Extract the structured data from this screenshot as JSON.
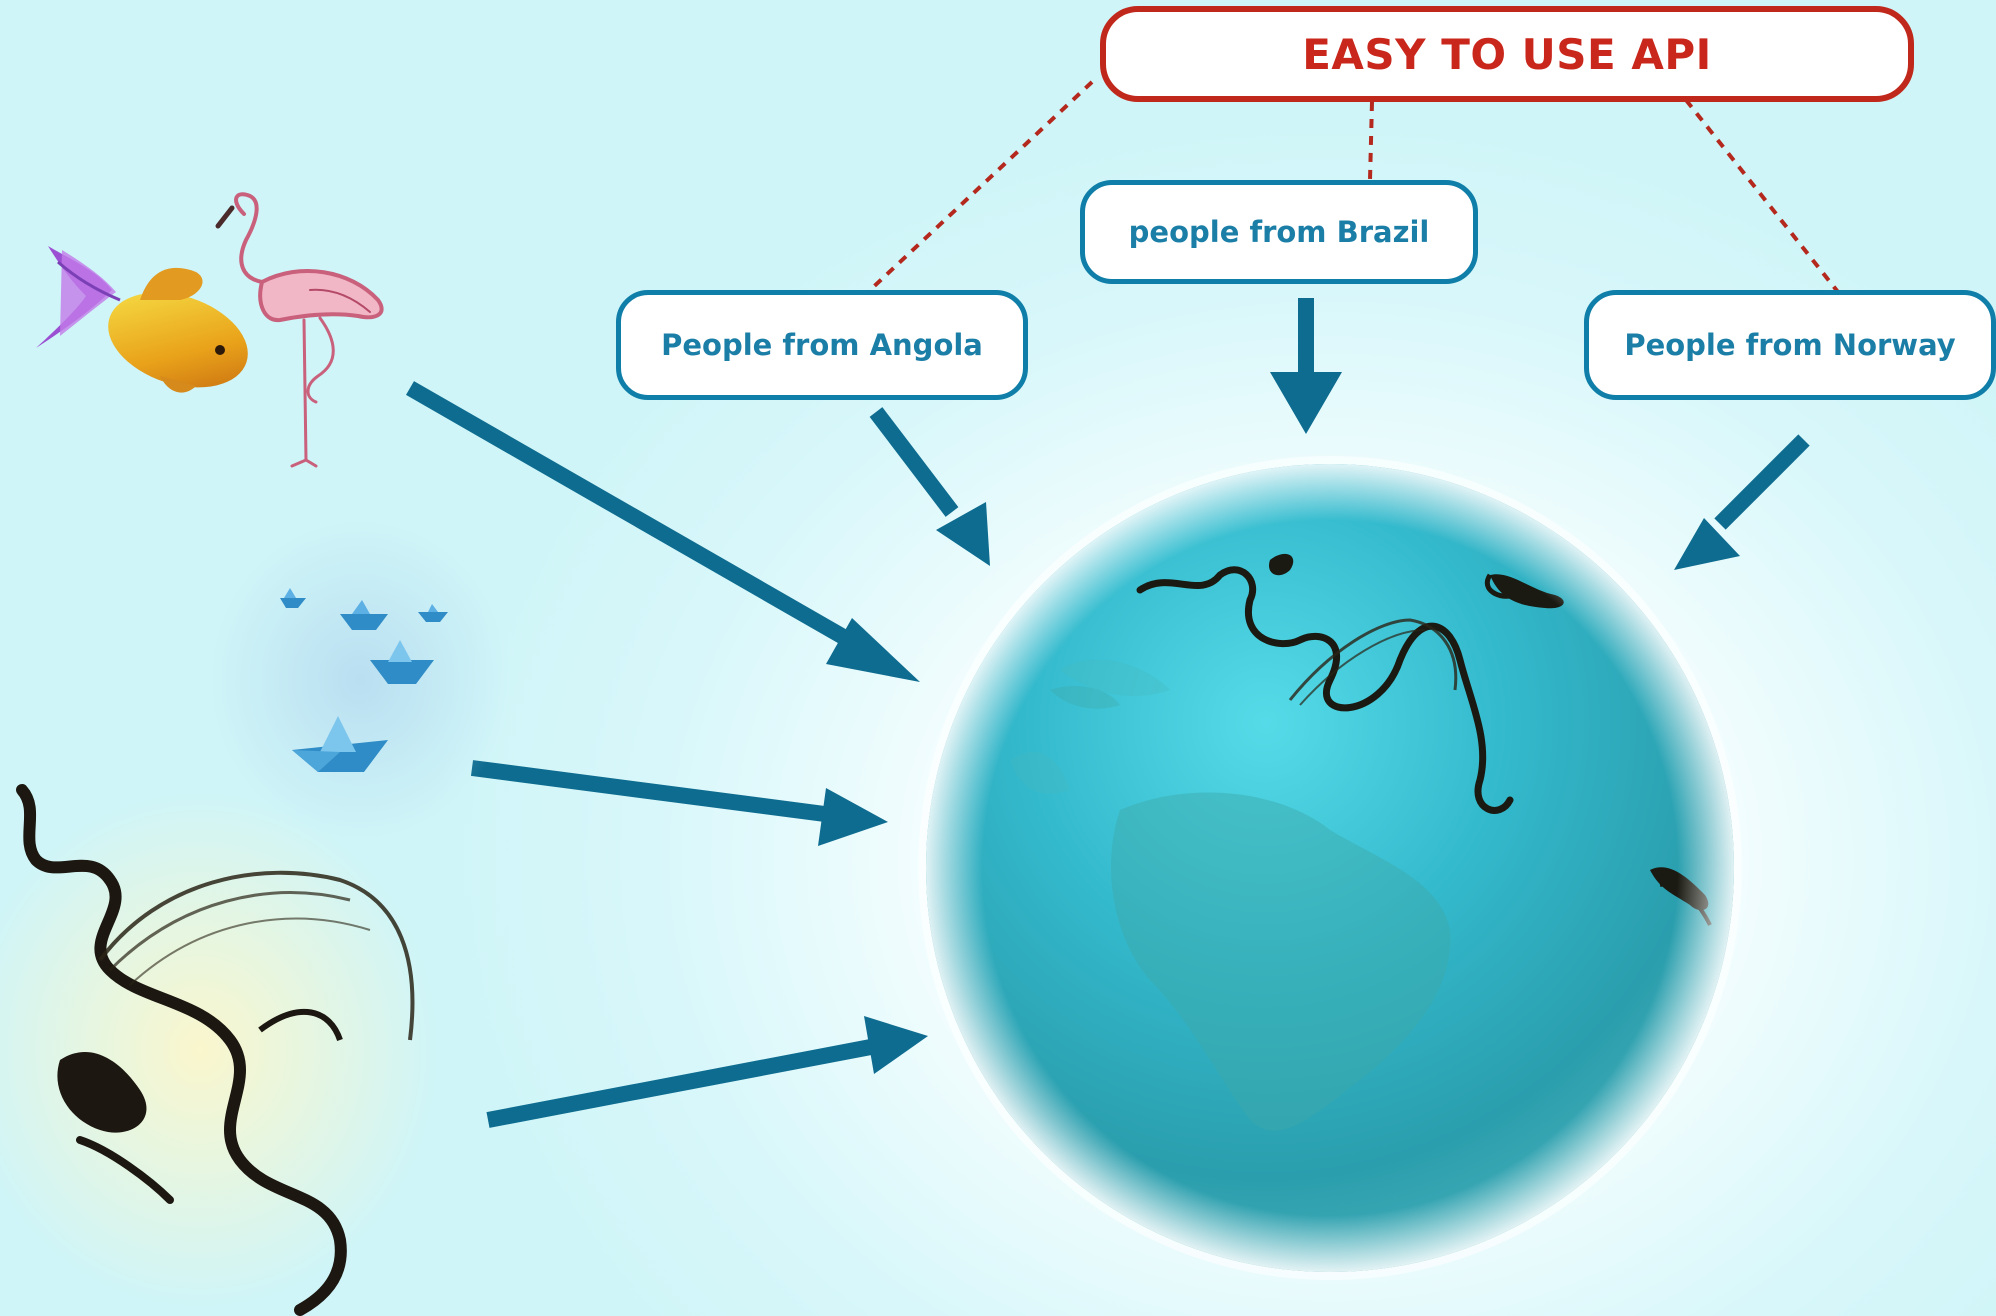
{
  "api_box": {
    "label": "EASY TO USE API"
  },
  "people_boxes": [
    {
      "label": "People from Angola"
    },
    {
      "label": "people from Brazil"
    },
    {
      "label": "People from Norway"
    }
  ],
  "colors": {
    "api_accent": "#c1281c",
    "people_accent": "#0f7ea8",
    "arrow": "#0e6c90",
    "background": "#d8f7fa",
    "globe": "#2aa8bd"
  },
  "icons": [
    "goldfish-icon",
    "flamingo-icon",
    "paper-boats-icon",
    "ink-swirl-icon",
    "globe-icon"
  ]
}
